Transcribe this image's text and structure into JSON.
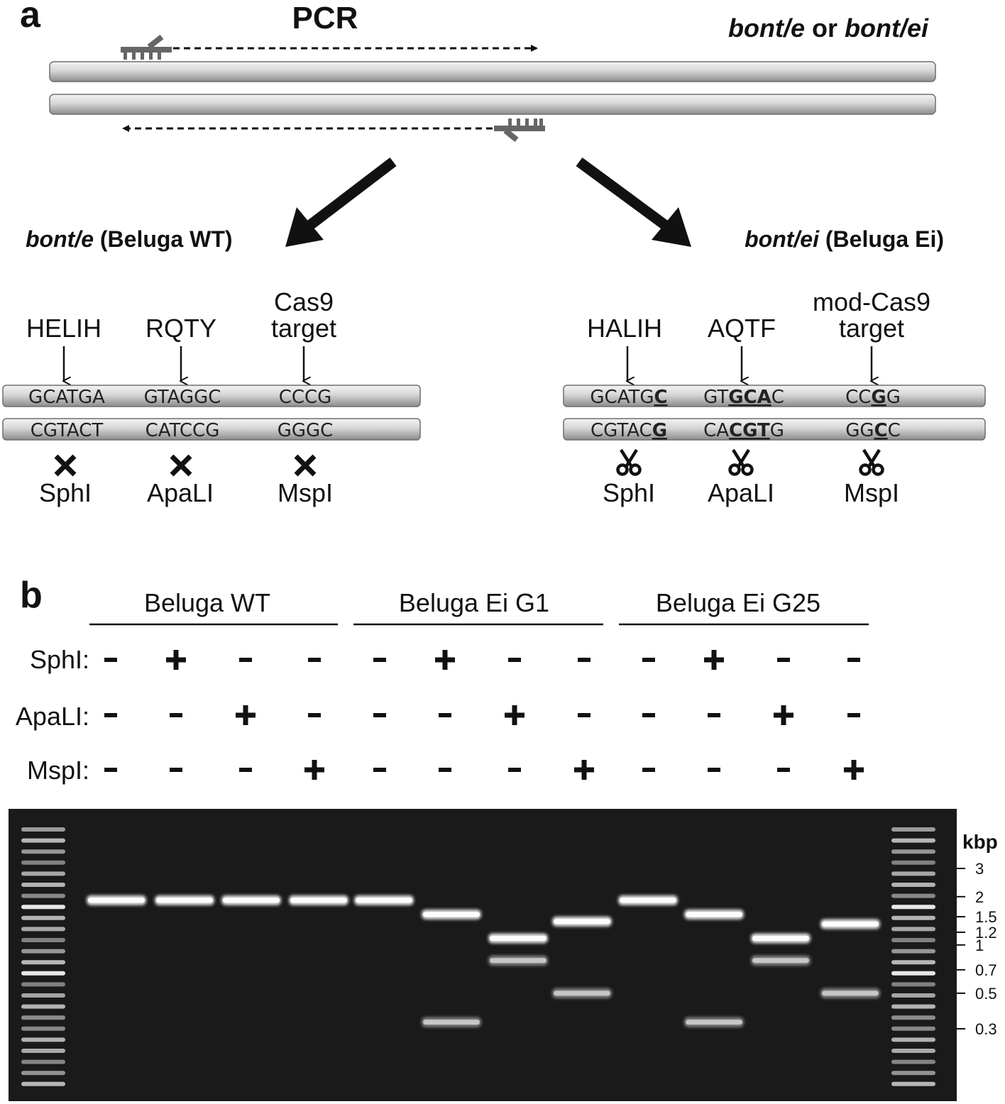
{
  "panel_a": {
    "label": "a",
    "pcr_label": "PCR",
    "gene_title": {
      "part1": "bont/e",
      "part2": " or ",
      "part3": "bont/ei"
    },
    "left": {
      "title_gene": "bont/e",
      "title_name": " (Beluga WT)",
      "motifs": [
        {
          "label_line1": "HELIH",
          "label_line2": ""
        },
        {
          "label_line1": "RQTY",
          "label_line2": ""
        },
        {
          "label_line1": "Cas9",
          "label_line2": "target"
        }
      ],
      "top_strand": [
        "GCATGA",
        "GTAGGC",
        "CCCG"
      ],
      "bottom_strand": [
        "CGTACT",
        "CATCCG",
        "GGGC"
      ],
      "enzymes": [
        "SphI",
        "ApaLI",
        "MspI"
      ],
      "cut_status": "no-cut-x"
    },
    "right": {
      "title_gene": "bont/ei",
      "title_name": " (Beluga Ei)",
      "motifs": [
        {
          "label_line1": "HALIH",
          "label_line2": ""
        },
        {
          "label_line1": "AQTF",
          "label_line2": ""
        },
        {
          "label_line1": "mod-Cas9",
          "label_line2": "target"
        }
      ],
      "top_strand": [
        {
          "pre": "GCATG",
          "mut": "C",
          "post": ""
        },
        {
          "pre": "GT",
          "mut": "GCA",
          "post": "C"
        },
        {
          "pre": "CC",
          "mut": "G",
          "post": "G"
        }
      ],
      "bottom_strand": [
        {
          "pre": "CGTAC",
          "mut": "G",
          "post": ""
        },
        {
          "pre": "CA",
          "mut": "CGT",
          "post": "G"
        },
        {
          "pre": "GG",
          "mut": "C",
          "post": "C"
        }
      ],
      "enzymes": [
        "SphI",
        "ApaLI",
        "MspI"
      ],
      "cut_status": "scissors-cut"
    }
  },
  "panel_b": {
    "label": "b",
    "groups": [
      "Beluga WT",
      "Beluga Ei G1",
      "Beluga Ei G25"
    ],
    "enzyme_rows": [
      {
        "name": "SphI:",
        "signs": [
          "-",
          "+",
          "-",
          "-",
          "-",
          "+",
          "-",
          "-",
          "-",
          "+",
          "-",
          "-"
        ]
      },
      {
        "name": "ApaLI:",
        "signs": [
          "-",
          "-",
          "+",
          "-",
          "-",
          "-",
          "+",
          "-",
          "-",
          "-",
          "+",
          "-"
        ]
      },
      {
        "name": "MspI:",
        "signs": [
          "-",
          "-",
          "-",
          "+",
          "-",
          "-",
          "-",
          "+",
          "-",
          "-",
          "-",
          "+"
        ]
      }
    ],
    "gel": {
      "unit": "kbp",
      "markers": [
        "3",
        "2",
        "1.5",
        "1.2",
        "1",
        "0.7",
        "0.5",
        "0.3"
      ],
      "marker_values": [
        3,
        2,
        1.5,
        1.2,
        1,
        0.7,
        0.5,
        0.3
      ],
      "lanes": [
        [
          1.9
        ],
        [
          1.9
        ],
        [
          1.9
        ],
        [
          1.9
        ],
        [
          1.9
        ],
        [
          1.55,
          0.33
        ],
        [
          1.1,
          0.8
        ],
        [
          1.4,
          0.5
        ],
        [
          1.9
        ],
        [
          1.55,
          0.33
        ],
        [
          1.1,
          0.8
        ],
        [
          1.35,
          0.5
        ]
      ]
    }
  }
}
